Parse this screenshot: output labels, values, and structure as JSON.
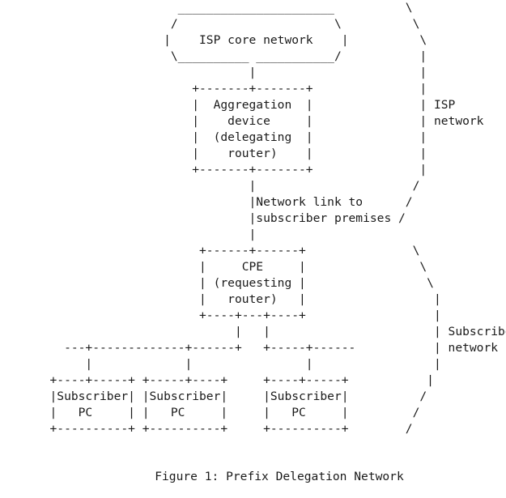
{
  "diagram": {
    "lines": [
      "                         ______________________          \\",
      "                        /                      \\          \\",
      "                       |    ISP core network    |          \\",
      "                        \\__________ ___________/           |",
      "                                   |                       |",
      "                           +-------+-------+               |",
      "                           |  Aggregation  |               | ISP",
      "                           |    device     |               | network",
      "                           |  (delegating  |               |",
      "                           |    router)    |               |",
      "                           +-------+-------+               |",
      "                                   |                      /",
      "                                   |Network link to      /",
      "                                   |subscriber premises /",
      "                                   |",
      "                            +------+------+               \\",
      "                            |     CPE     |                \\",
      "                            | (requesting |                 \\",
      "                            |   router)   |                  |",
      "                            +----+---+----+                  |",
      "                                 |   |                       | Subscriber",
      "         ---+-------------+------+   +-----+------           | network",
      "            |             |                |                 |",
      "       +----+-----+ +-----+----+     +----+-----+           |",
      "       |Subscriber| |Subscriber|     |Subscriber|          /",
      "       |   PC     | |   PC     |     |   PC     |         /",
      "       +----------+ +----------+     +----------+        /"
    ]
  },
  "caption": "Figure 1: Prefix Delegation Network"
}
